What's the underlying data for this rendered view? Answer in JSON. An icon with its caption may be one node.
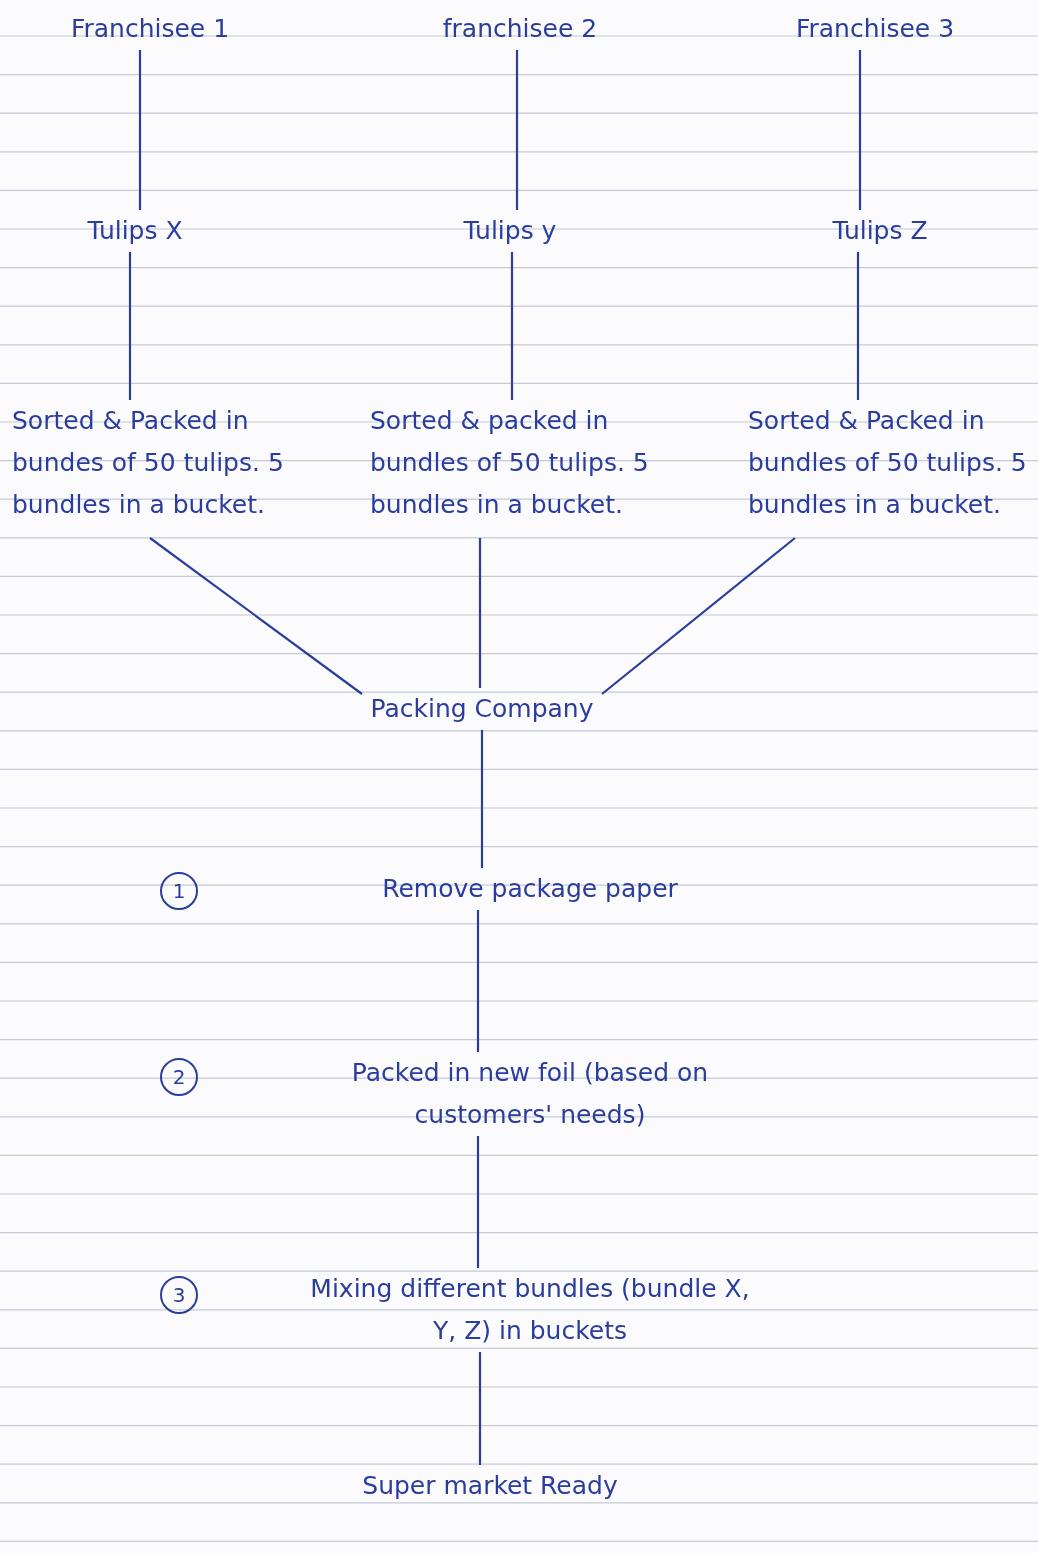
{
  "diagram": {
    "nodes": [
      {
        "text": [
          "Franchisee 1"
        ]
      },
      {
        "text": [
          "franchisee 2"
        ]
      },
      {
        "text": [
          "Franchisee 3"
        ]
      },
      {
        "text": [
          "Tulips X"
        ]
      },
      {
        "text": [
          "Tulips y"
        ]
      },
      {
        "text": [
          "Tulips Z"
        ]
      },
      {
        "text": [
          "Sorted & Packed in bundes of 50 tulips. 5 bundles in a bucket."
        ]
      },
      {
        "text": [
          "Sorted & packed in bundles of 50 tulips. 5 bundles in a bucket."
        ]
      },
      {
        "text": [
          "Sorted & Packed in bundles of 50 tulips. 5 bundles in a bucket."
        ]
      },
      {
        "text": [
          "Packing Company"
        ]
      },
      {
        "text": [
          "Remove package paper"
        ]
      },
      {
        "text": [
          "Packed in new foil (based on customers' needs)"
        ]
      },
      {
        "text": [
          "Mixing different bundles (bundle X, Y, Z) in buckets"
        ]
      },
      {
        "text": [
          "Super market Ready"
        ]
      }
    ],
    "edges": [
      {
        "from": 0,
        "to": 3,
        "arrow": "none"
      },
      {
        "from": 1,
        "to": 4,
        "arrow": "none"
      },
      {
        "from": 2,
        "to": 5,
        "arrow": "none"
      },
      {
        "from": 3,
        "to": 6,
        "arrow": "none"
      },
      {
        "from": 4,
        "to": 7,
        "arrow": "none"
      },
      {
        "from": 5,
        "to": 8,
        "arrow": "none"
      },
      {
        "from": 6,
        "to": 9,
        "arrow": "none"
      },
      {
        "from": 7,
        "to": 9,
        "arrow": "none"
      },
      {
        "from": 8,
        "to": 9,
        "arrow": "none"
      },
      {
        "from": 9,
        "to": 10,
        "arrow": "none"
      },
      {
        "from": 10,
        "to": 11,
        "arrow": "none"
      },
      {
        "from": 11,
        "to": 12,
        "arrow": "none"
      },
      {
        "from": 12,
        "to": 13,
        "arrow": "none"
      }
    ],
    "labels": [
      "1",
      "2",
      "3"
    ]
  }
}
